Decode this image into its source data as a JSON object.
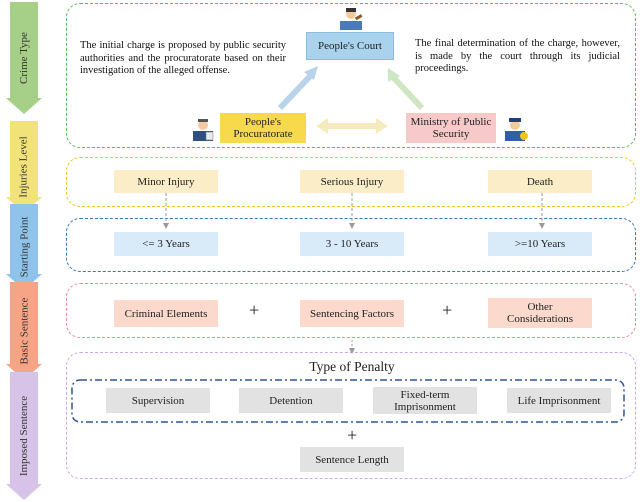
{
  "stages": [
    {
      "label": "Crime Type",
      "color": "#a6cf87"
    },
    {
      "label": "Injuries Level",
      "color": "#f2e27a"
    },
    {
      "label": "Starting Point",
      "color": "#8fc3ea"
    },
    {
      "label": "Basic Sentence",
      "color": "#f5a486"
    },
    {
      "label": "Imposed Sentence",
      "color": "#d8c3e8"
    }
  ],
  "crime_type": {
    "court": "People's Court",
    "procuratorate": "People's Procuratorate",
    "ministry": "Ministry of Public Security",
    "left_text": "The initial charge is proposed by public security authorities and the procuratorate based on their investigation of the alleged offense.",
    "right_text": "The final determination of the charge, however, is made by the court through its judicial proceedings.",
    "icons": [
      "judge-icon",
      "prosecutor-icon",
      "police-officer-icon"
    ]
  },
  "injuries": [
    "Minor Injury",
    "Serious Injury",
    "Death"
  ],
  "starting_points": [
    "<= 3 Years",
    "3 - 10 Years",
    ">=10  Years"
  ],
  "basic_sentence": {
    "items": [
      "Criminal Elements",
      "Sentencing Factors",
      "Other Considerations"
    ],
    "plus": "+"
  },
  "imposed": {
    "title": "Type of Penalty",
    "penalties": [
      "Supervision",
      "Detention",
      "Fixed-term Imprisonment",
      "Life Imprisonment"
    ],
    "plus": "+",
    "length": "Sentence Length"
  },
  "colors": {
    "green": "#5cb85c",
    "yellow": "#f0c419",
    "blue": "#3b73b9",
    "red": "#ec8c8c",
    "purple": "#c9a9e0"
  }
}
